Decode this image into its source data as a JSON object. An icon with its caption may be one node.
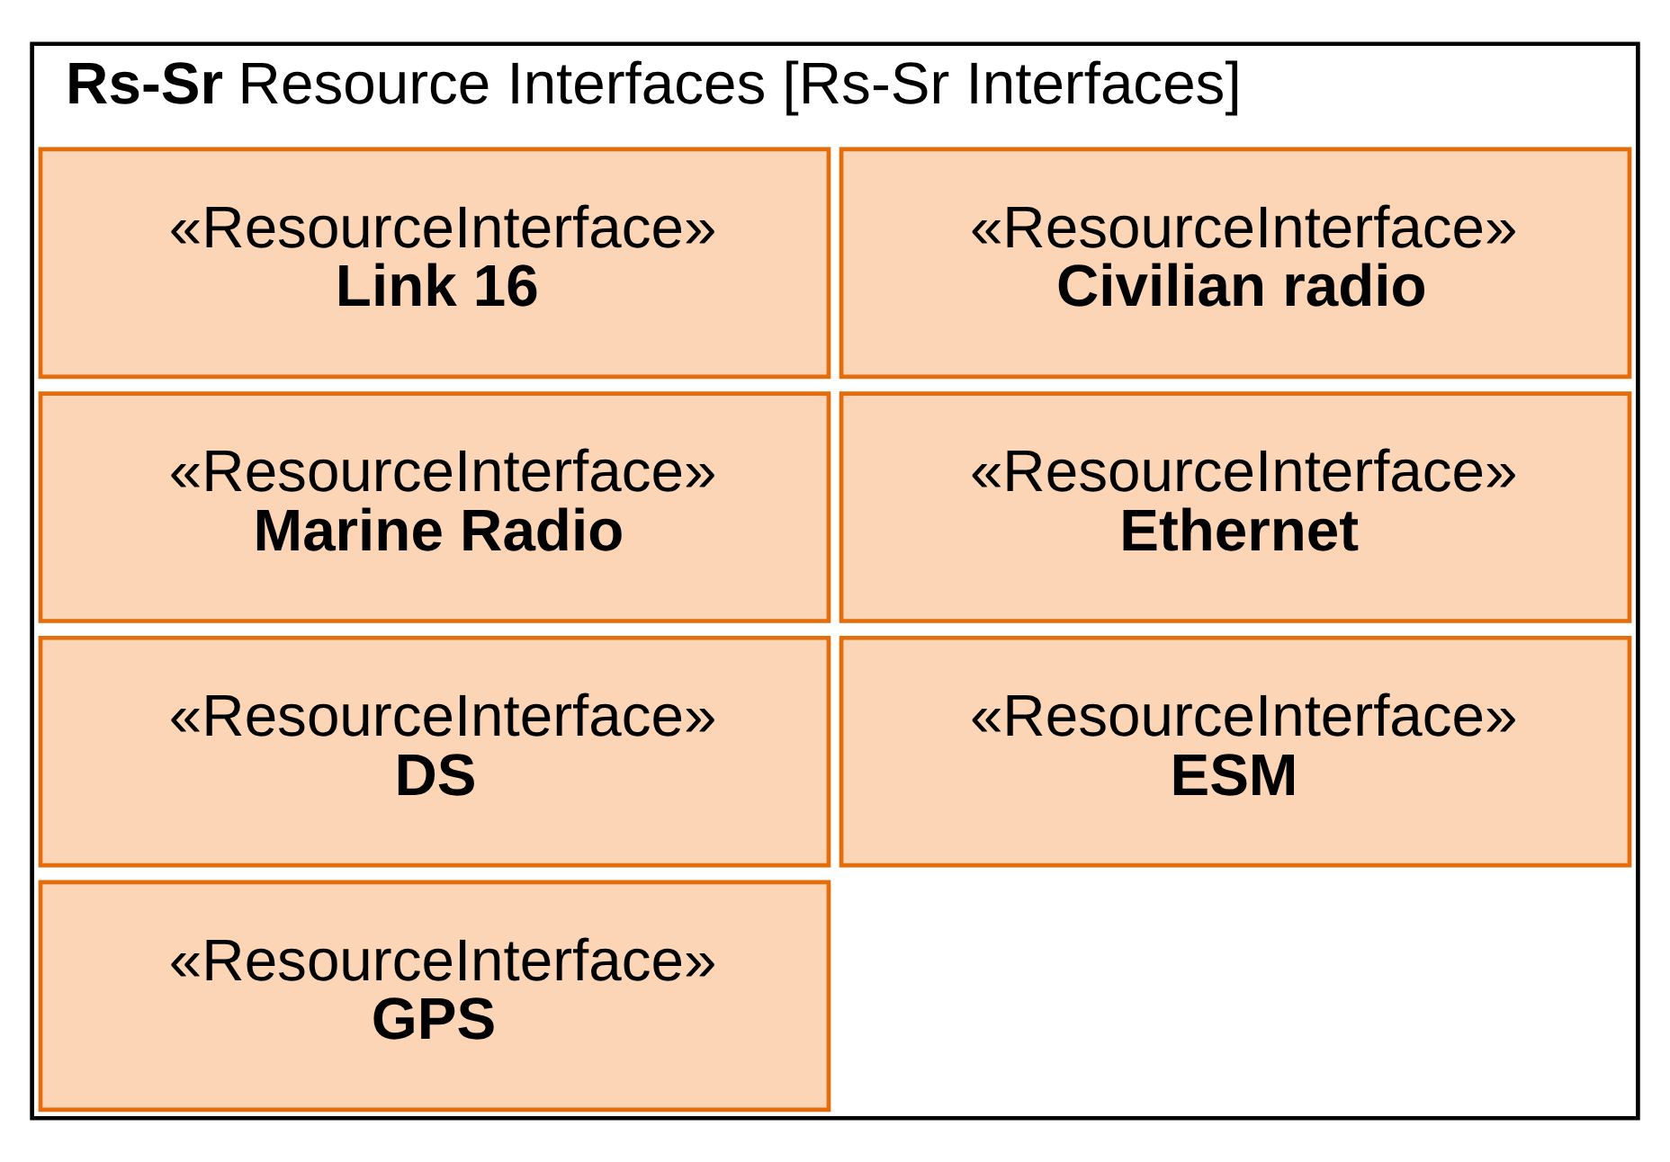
{
  "diagram": {
    "nodes": [
      {
        "text": [
          "**Rs-Sr** Resource Interfaces [Rs-Sr Interfaces]"
        ]
      },
      {
        "text": [
          "«ResourceInterface»",
          "Link 16"
        ],
        "in": 0
      },
      {
        "text": [
          "«ResourceInterface»",
          "Civilian radio"
        ],
        "in": 0
      },
      {
        "text": [
          "«ResourceInterface»",
          "Marine Radio"
        ],
        "in": 0
      },
      {
        "text": [
          "«ResourceInterface»",
          "Ethernet"
        ],
        "in": 0
      },
      {
        "text": [
          "«ResourceInterface»",
          "DS"
        ],
        "in": 0
      },
      {
        "text": [
          "«ResourceInterface»",
          "ESM"
        ],
        "in": 0
      },
      {
        "text": [
          "«ResourceInterface»",
          "GPS"
        ],
        "in": 0
      }
    ],
    "edges": []
  }
}
